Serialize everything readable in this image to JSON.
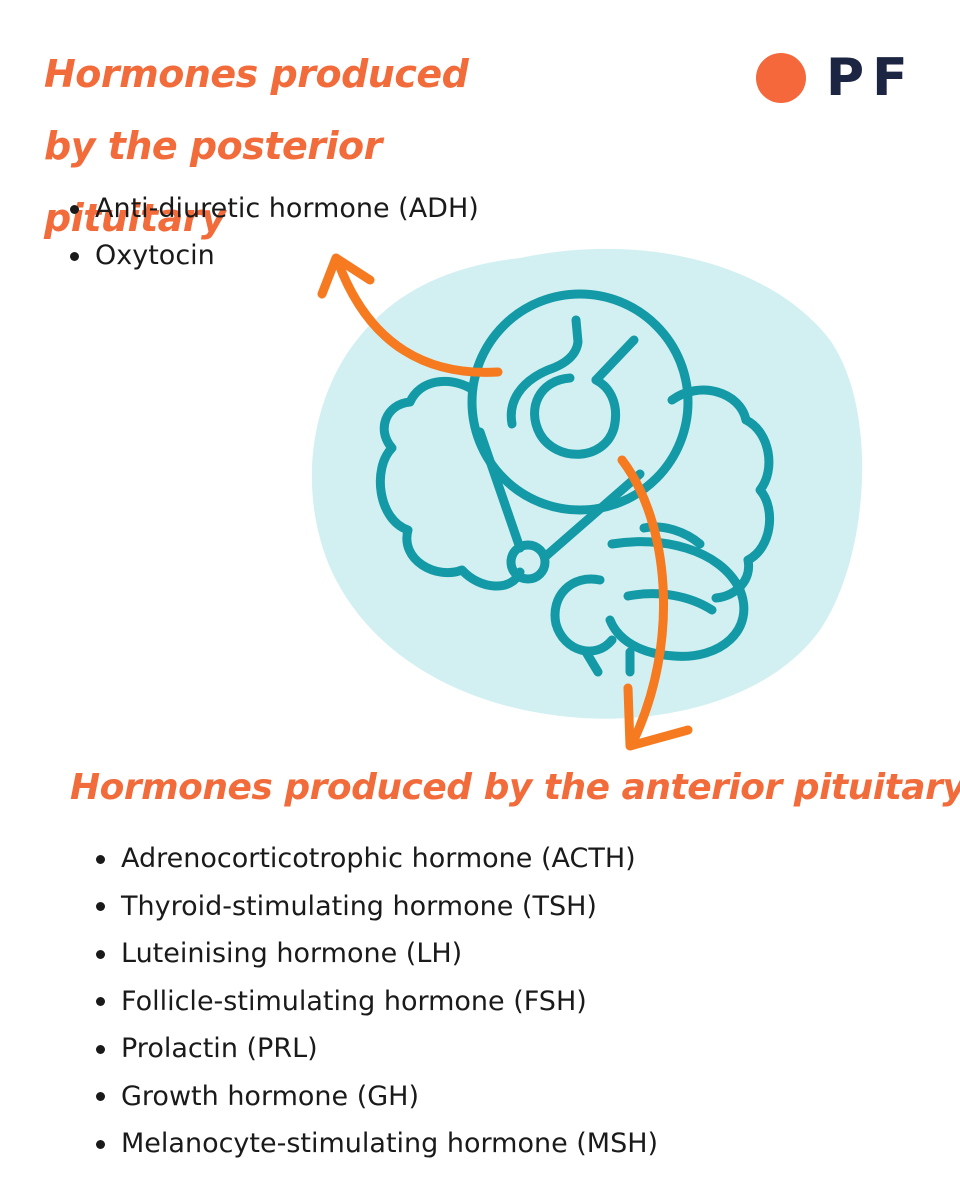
{
  "logo": {
    "text": "PF",
    "dot_color": "#f4683b",
    "text_color": "#1c2541"
  },
  "posterior": {
    "heading": "Hormones produced by the posterior pituitary",
    "items": [
      "Anti-diuretic hormone (ADH)",
      "Oxytocin"
    ]
  },
  "anterior": {
    "heading": "Hormones produced by the anterior pituitary",
    "items": [
      "Adrenocorticotrophic hormone (ACTH)",
      "Thyroid-stimulating hormone (TSH)",
      "Luteinising hormone (LH)",
      "Follicle-stimulating hormone (FSH)",
      "Prolactin (PRL)",
      "Growth hormone (GH)",
      "Melanocyte-stimulating hormone (MSH)"
    ]
  },
  "illustration": {
    "subject": "brain with magnified pituitary gland",
    "background_blob_color": "#d2f0f2",
    "line_color": "#139aa6",
    "arrow_color": "#f57a20",
    "heading_color": "#f26b3a",
    "icons": [
      "brain-icon",
      "pituitary-magnifier-icon",
      "arrow-up-left-icon",
      "arrow-down-icon"
    ]
  }
}
